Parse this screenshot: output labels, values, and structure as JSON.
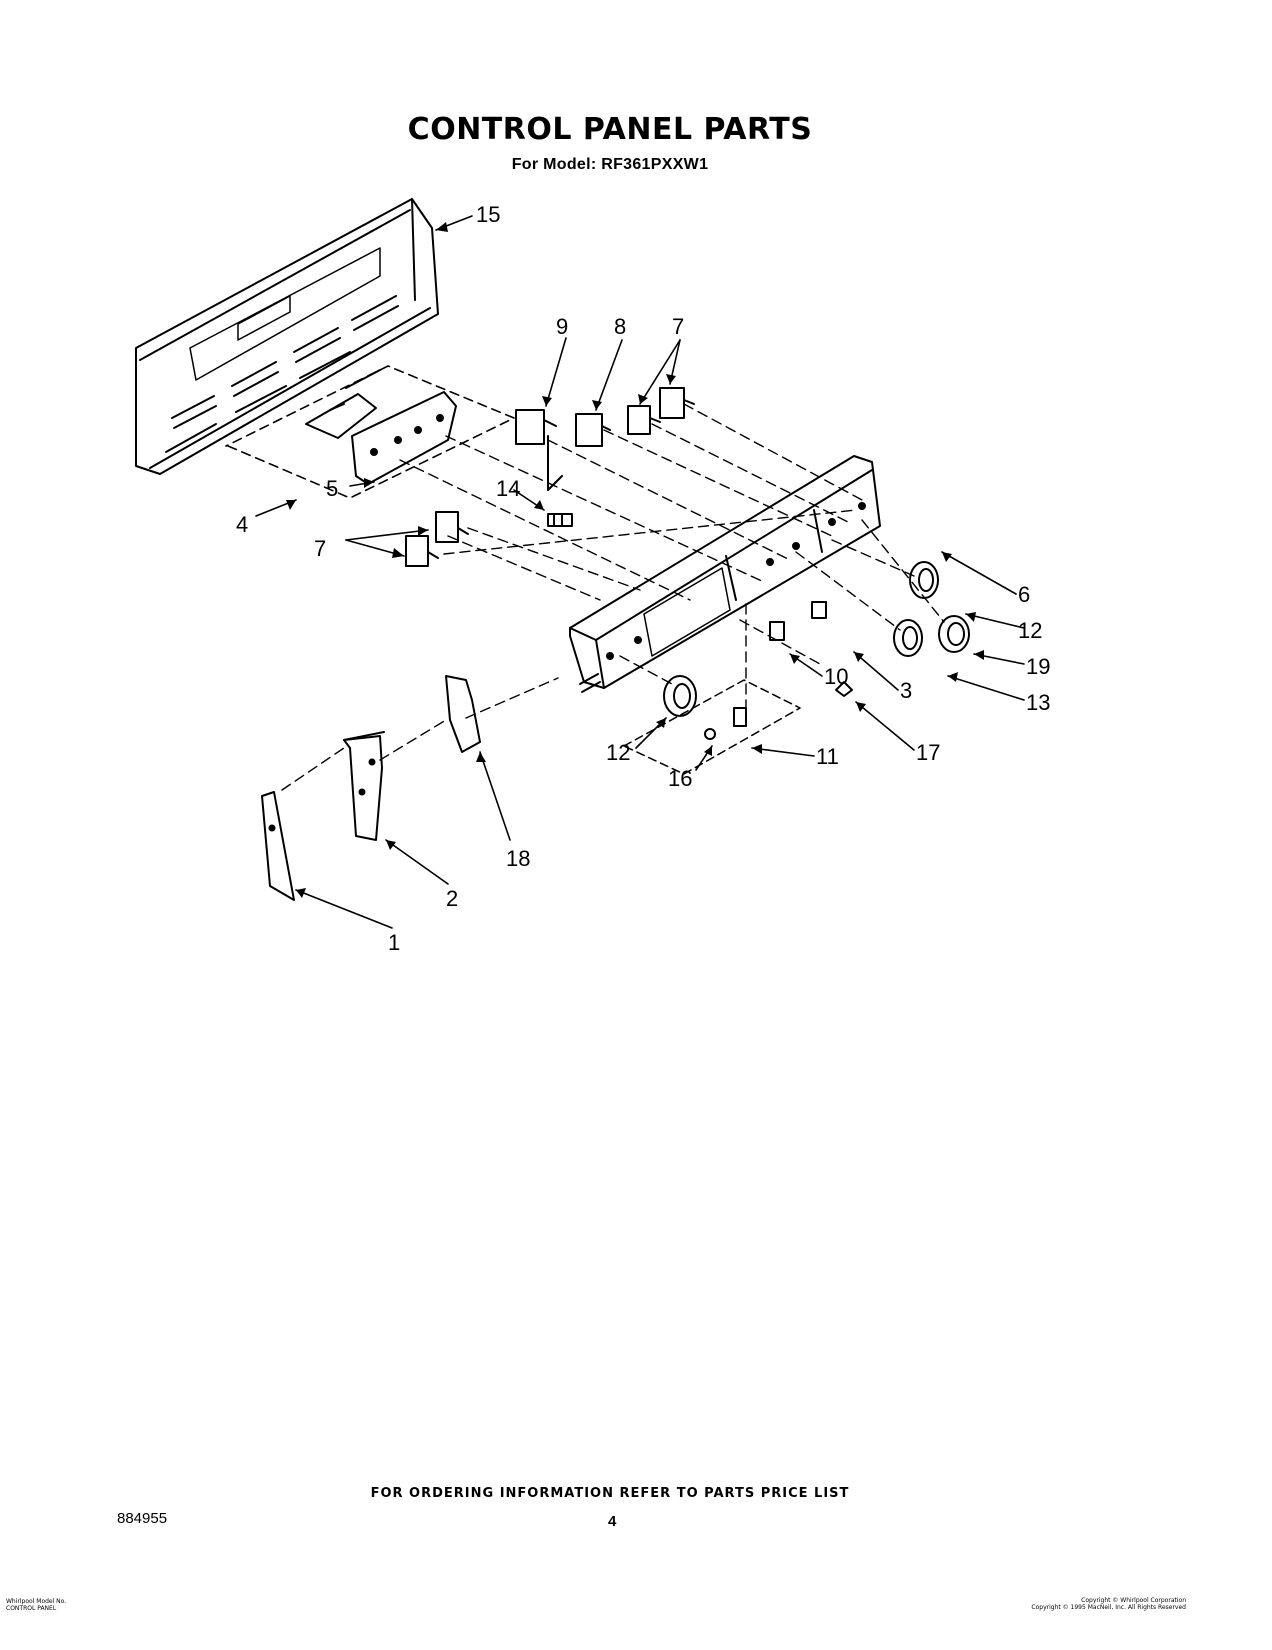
{
  "header": {
    "title": "CONTROL PANEL PARTS",
    "model_line": "For Model: RF361PXXW1"
  },
  "callouts": {
    "c1": "1",
    "c2": "2",
    "c3": "3",
    "c4": "4",
    "c5": "5",
    "c6": "6",
    "c7a": "7",
    "c7b": "7",
    "c8": "8",
    "c9": "9",
    "c10": "10",
    "c11": "11",
    "c12a": "12",
    "c12b": "12",
    "c13": "13",
    "c14": "14",
    "c15": "15",
    "c16": "16",
    "c17": "17",
    "c18": "18",
    "c19": "19"
  },
  "footer": {
    "ordering_note": "FOR ORDERING INFORMATION REFER TO PARTS PRICE LIST",
    "doc_number": "884955",
    "page_number": "4",
    "left_small": "Whirlpool Model No.\nCONTROL PANEL",
    "copyright_1": "Copyright © Whirlpool Corporation",
    "copyright_2": "Copyright © 1995 MacNeil, Inc. All Rights Reserved"
  }
}
